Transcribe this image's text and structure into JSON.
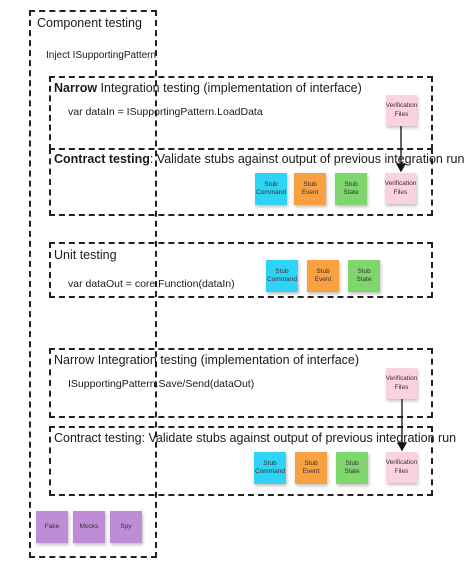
{
  "component": {
    "title": "Component testing",
    "inject": "Inject ISupportingPattern"
  },
  "box1": {
    "title_bold": "Narrow",
    "title_rest": " Integration testing (implementation of interface)",
    "code": "var dataIn = ISupportingPattern.LoadData",
    "verification": "Verification\nFiles"
  },
  "box2": {
    "title_bold": "Contract testing",
    "title_rest": ": Validate stubs against output of previous integration run",
    "stubs": [
      "Stub\nCommand",
      "Stub\nEvent",
      "Stub\nState"
    ],
    "verification": "Verification\nFiles"
  },
  "box3": {
    "title": "Unit testing",
    "code": "var dataOut = core.Function(dataIn)",
    "stubs": [
      "Stub\nCommand",
      "Stub\nEvent",
      "Stub\nState"
    ]
  },
  "box4": {
    "title": "Narrow Integration testing (implementation of interface)",
    "code": "ISupportingPattern.Save/Send(dataOut)",
    "verification": "Verification\nFiles"
  },
  "box5": {
    "title": "Contract testing: Validate stubs against output of previous integration run",
    "stubs": [
      "Stub\nCommand",
      "Stub\nEvent",
      "Stub\nState"
    ],
    "verification": "Verification\nFiles"
  },
  "doubles": [
    "Fake",
    "Mocks",
    "Spy"
  ],
  "colors": {
    "stub_command": "#2fd3f5",
    "stub_event": "#f9a040",
    "stub_state": "#7fd66c",
    "verification": "#fbd3e0",
    "test_double": "#bf8cd6"
  }
}
